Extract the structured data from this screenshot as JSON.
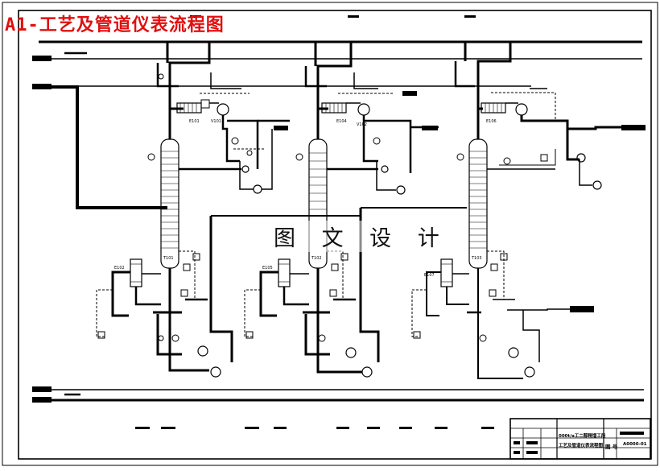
{
  "title": "A1-工艺及管道仪表流程图",
  "watermark": "图 文 设 计",
  "title_block": {
    "project_name": "000t/a工二醇精馏工段",
    "drawing_name": "工艺及管道仪表流程图",
    "label": "图 号",
    "drawing_number": "A0000-01"
  },
  "equipment_labels": {
    "condenser_1": "E101",
    "reflux_drum_1": "V101",
    "tower_1": "T101",
    "reboiler_1": "E102",
    "condenser_2": "E104",
    "reflux_drum_2": "V102",
    "tower_2": "T102",
    "reboiler_2": "E105",
    "condenser_3": "E106",
    "tower_3": "T103",
    "reboiler_3": "E107"
  },
  "colors": {
    "title": "#e01010",
    "line": "#000000",
    "background": "#ffffff"
  }
}
